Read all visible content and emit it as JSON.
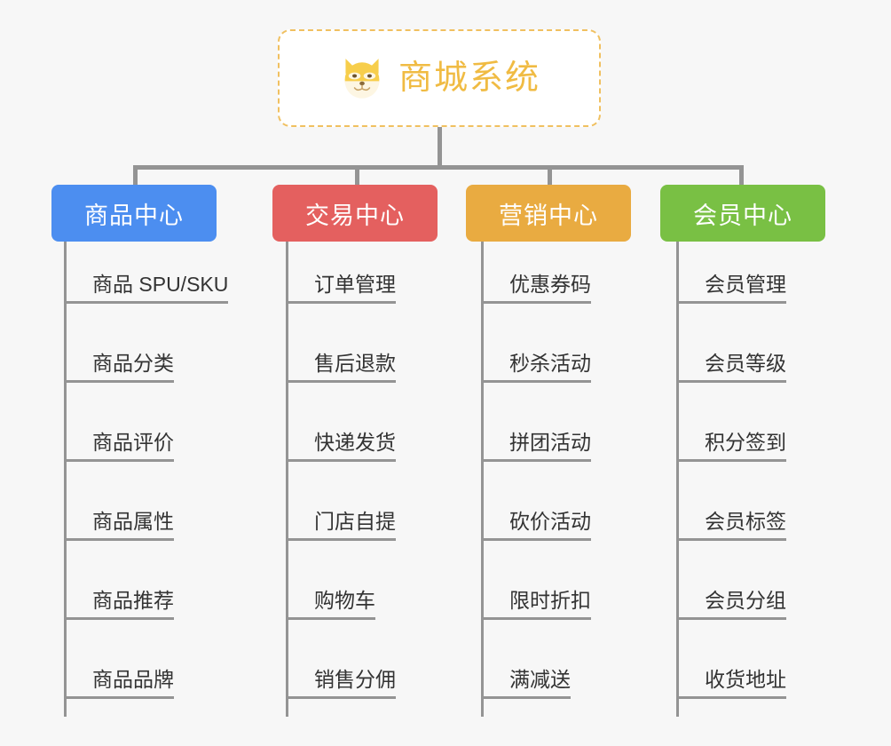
{
  "root": {
    "title": "商城系统",
    "icon": "shiba-dog-face-icon",
    "accent_color": "#f0bb43",
    "border_color": "#f0c060"
  },
  "connector_color": "#949494",
  "background_color": "#f7f7f7",
  "columns": [
    {
      "header": "商品中心",
      "color": "#4c8ef0",
      "items": [
        "商品 SPU/SKU",
        "商品分类",
        "商品评价",
        "商品属性",
        "商品推荐",
        "商品品牌"
      ]
    },
    {
      "header": "交易中心",
      "color": "#e4605f",
      "items": [
        "订单管理",
        "售后退款",
        "快递发货",
        "门店自提",
        "购物车",
        "销售分佣"
      ]
    },
    {
      "header": "营销中心",
      "color": "#e9ab41",
      "items": [
        "优惠券码",
        "秒杀活动",
        "拼团活动",
        "砍价活动",
        "限时折扣",
        "满减送"
      ]
    },
    {
      "header": "会员中心",
      "color": "#79c044",
      "items": [
        "会员管理",
        "会员等级",
        "积分签到",
        "会员标签",
        "会员分组",
        "收货地址"
      ]
    }
  ]
}
